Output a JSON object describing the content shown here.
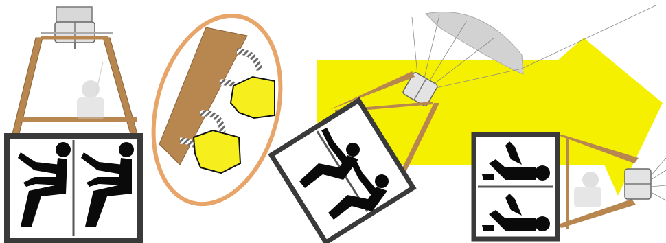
{
  "illustration": {
    "panels": [
      {
        "id": "upright-landing-position"
      },
      {
        "id": "hand-grip-detail"
      },
      {
        "id": "tilting-basket"
      },
      {
        "id": "basket-on-side-dragged"
      }
    ],
    "colors": {
      "arrow": "#f5f000",
      "basket_frame": "#3a3a3a",
      "rope": "#b8874f",
      "rope_dark": "#8a6238",
      "figure": "#0a0a0a",
      "glove": "#f7ee1e",
      "oval_outline": "#e8a56a",
      "burner": "#cfcfcf",
      "envelope": "#d2d2d2",
      "pipe": "#a8d4ee"
    },
    "icons": [
      "burner-icon",
      "crew-figure-icon",
      "gloved-hand-icon",
      "balloon-envelope-icon",
      "direction-arrow-icon"
    ]
  }
}
